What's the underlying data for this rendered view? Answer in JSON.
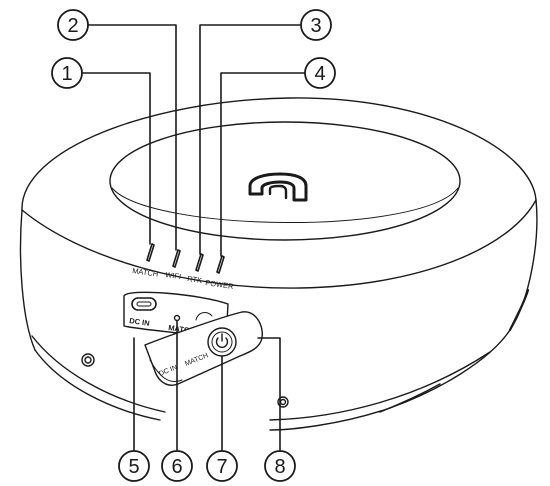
{
  "callouts": [
    {
      "number": "1"
    },
    {
      "number": "2"
    },
    {
      "number": "3"
    },
    {
      "number": "4"
    },
    {
      "number": "5"
    },
    {
      "number": "6"
    },
    {
      "number": "7"
    },
    {
      "number": "8"
    }
  ],
  "leds": [
    {
      "label": "MATCH"
    },
    {
      "label": "WIFI"
    },
    {
      "label": "RTK"
    },
    {
      "label": "POWER"
    }
  ],
  "ports": {
    "dc_in_label": "DC IN",
    "match_label": "MATCH"
  },
  "cover": {
    "dc_in_label": "DC IN",
    "match_label": "MATCH"
  },
  "colors": {
    "stroke": "#1a1a1a",
    "fill": "#ffffff"
  }
}
